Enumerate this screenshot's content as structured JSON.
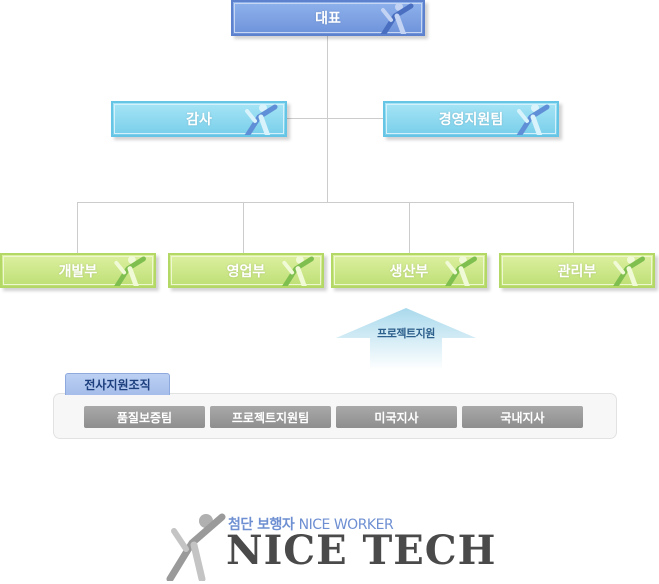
{
  "org": {
    "ceo": "대표",
    "staff": [
      "감사",
      "경영지원팀"
    ],
    "departments": [
      "개발부",
      "영업부",
      "생산부",
      "관리부"
    ],
    "project_label": "프로젝트지원"
  },
  "support": {
    "title": "전사지원조직",
    "items": [
      "품질보증팀",
      "프로젝트지원팀",
      "미국지사",
      "국내지사"
    ]
  },
  "logo": {
    "tagline_ko": "첨단 보행자",
    "tagline_en": "NICE WORKER",
    "name": "NICE TECH"
  },
  "colors": {
    "ceo": "#7a9de0",
    "staff": "#86d6ee",
    "department": "#c8e585",
    "chip": "#999999",
    "line": "#cccccc"
  },
  "icons": {
    "node_figure": "running-person-icon",
    "logo_mark": "walking-person-logo"
  }
}
